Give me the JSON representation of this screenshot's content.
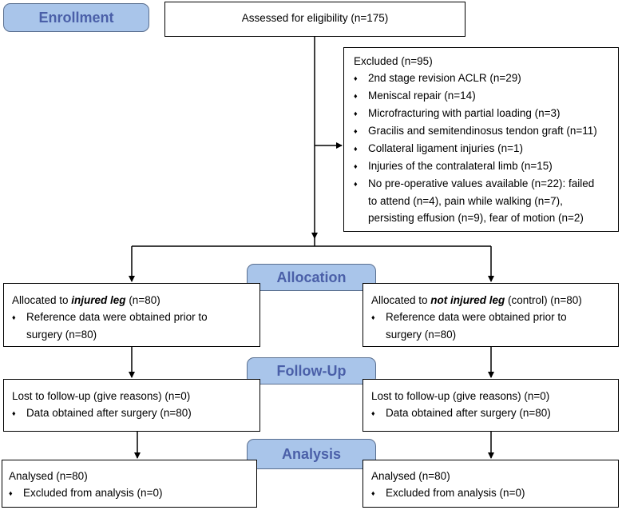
{
  "stages": {
    "enrollment": "Enrollment",
    "allocation": "Allocation",
    "followup": "Follow-Up",
    "analysis": "Analysis"
  },
  "assessed": "Assessed for eligibility (n=175)",
  "excluded": {
    "title": "Excluded (n=95)",
    "bullet_glyph": "♦",
    "items": [
      "2nd stage revision ACLR (n=29)",
      "Meniscal repair (n=14)",
      "Microfracturing with partial loading (n=3)",
      "Gracilis and semitendinosus tendon graft (n=11)",
      "Collateral ligament injuries (n=1)",
      "Injuries of the contralateral limb (n=15)",
      "No pre-operative values available (n=22): failed"
    ],
    "continuation": [
      "to attend (n=4), pain while walking (n=7),",
      "persisting effusion (n=9), fear of motion (n=2)"
    ]
  },
  "left": {
    "allocation": {
      "prefix": "Allocated to ",
      "emph": "injured leg",
      "suffix": " (n=80)",
      "bullet": "Reference data were obtained prior to",
      "bullet_cont": "surgery (n=80)"
    },
    "followup": {
      "title": "Lost to follow-up (give reasons) (n=0)",
      "bullet": "Data obtained after surgery (n=80)"
    },
    "analysis": {
      "title": "Analysed (n=80)",
      "bullet": "Excluded from analysis (n=0)"
    }
  },
  "right": {
    "allocation": {
      "prefix": "Allocated to ",
      "emph": "not injured leg",
      "suffix": " (control) (n=80)",
      "bullet": "Reference data were obtained prior to",
      "bullet_cont": "surgery (n=80)"
    },
    "followup": {
      "title": "Lost to follow-up (give reasons) (n=0)",
      "bullet": "Data obtained after surgery (n=80)"
    },
    "analysis": {
      "title": "Analysed (n=80)",
      "bullet": "Excluded from analysis (n=0)"
    }
  }
}
